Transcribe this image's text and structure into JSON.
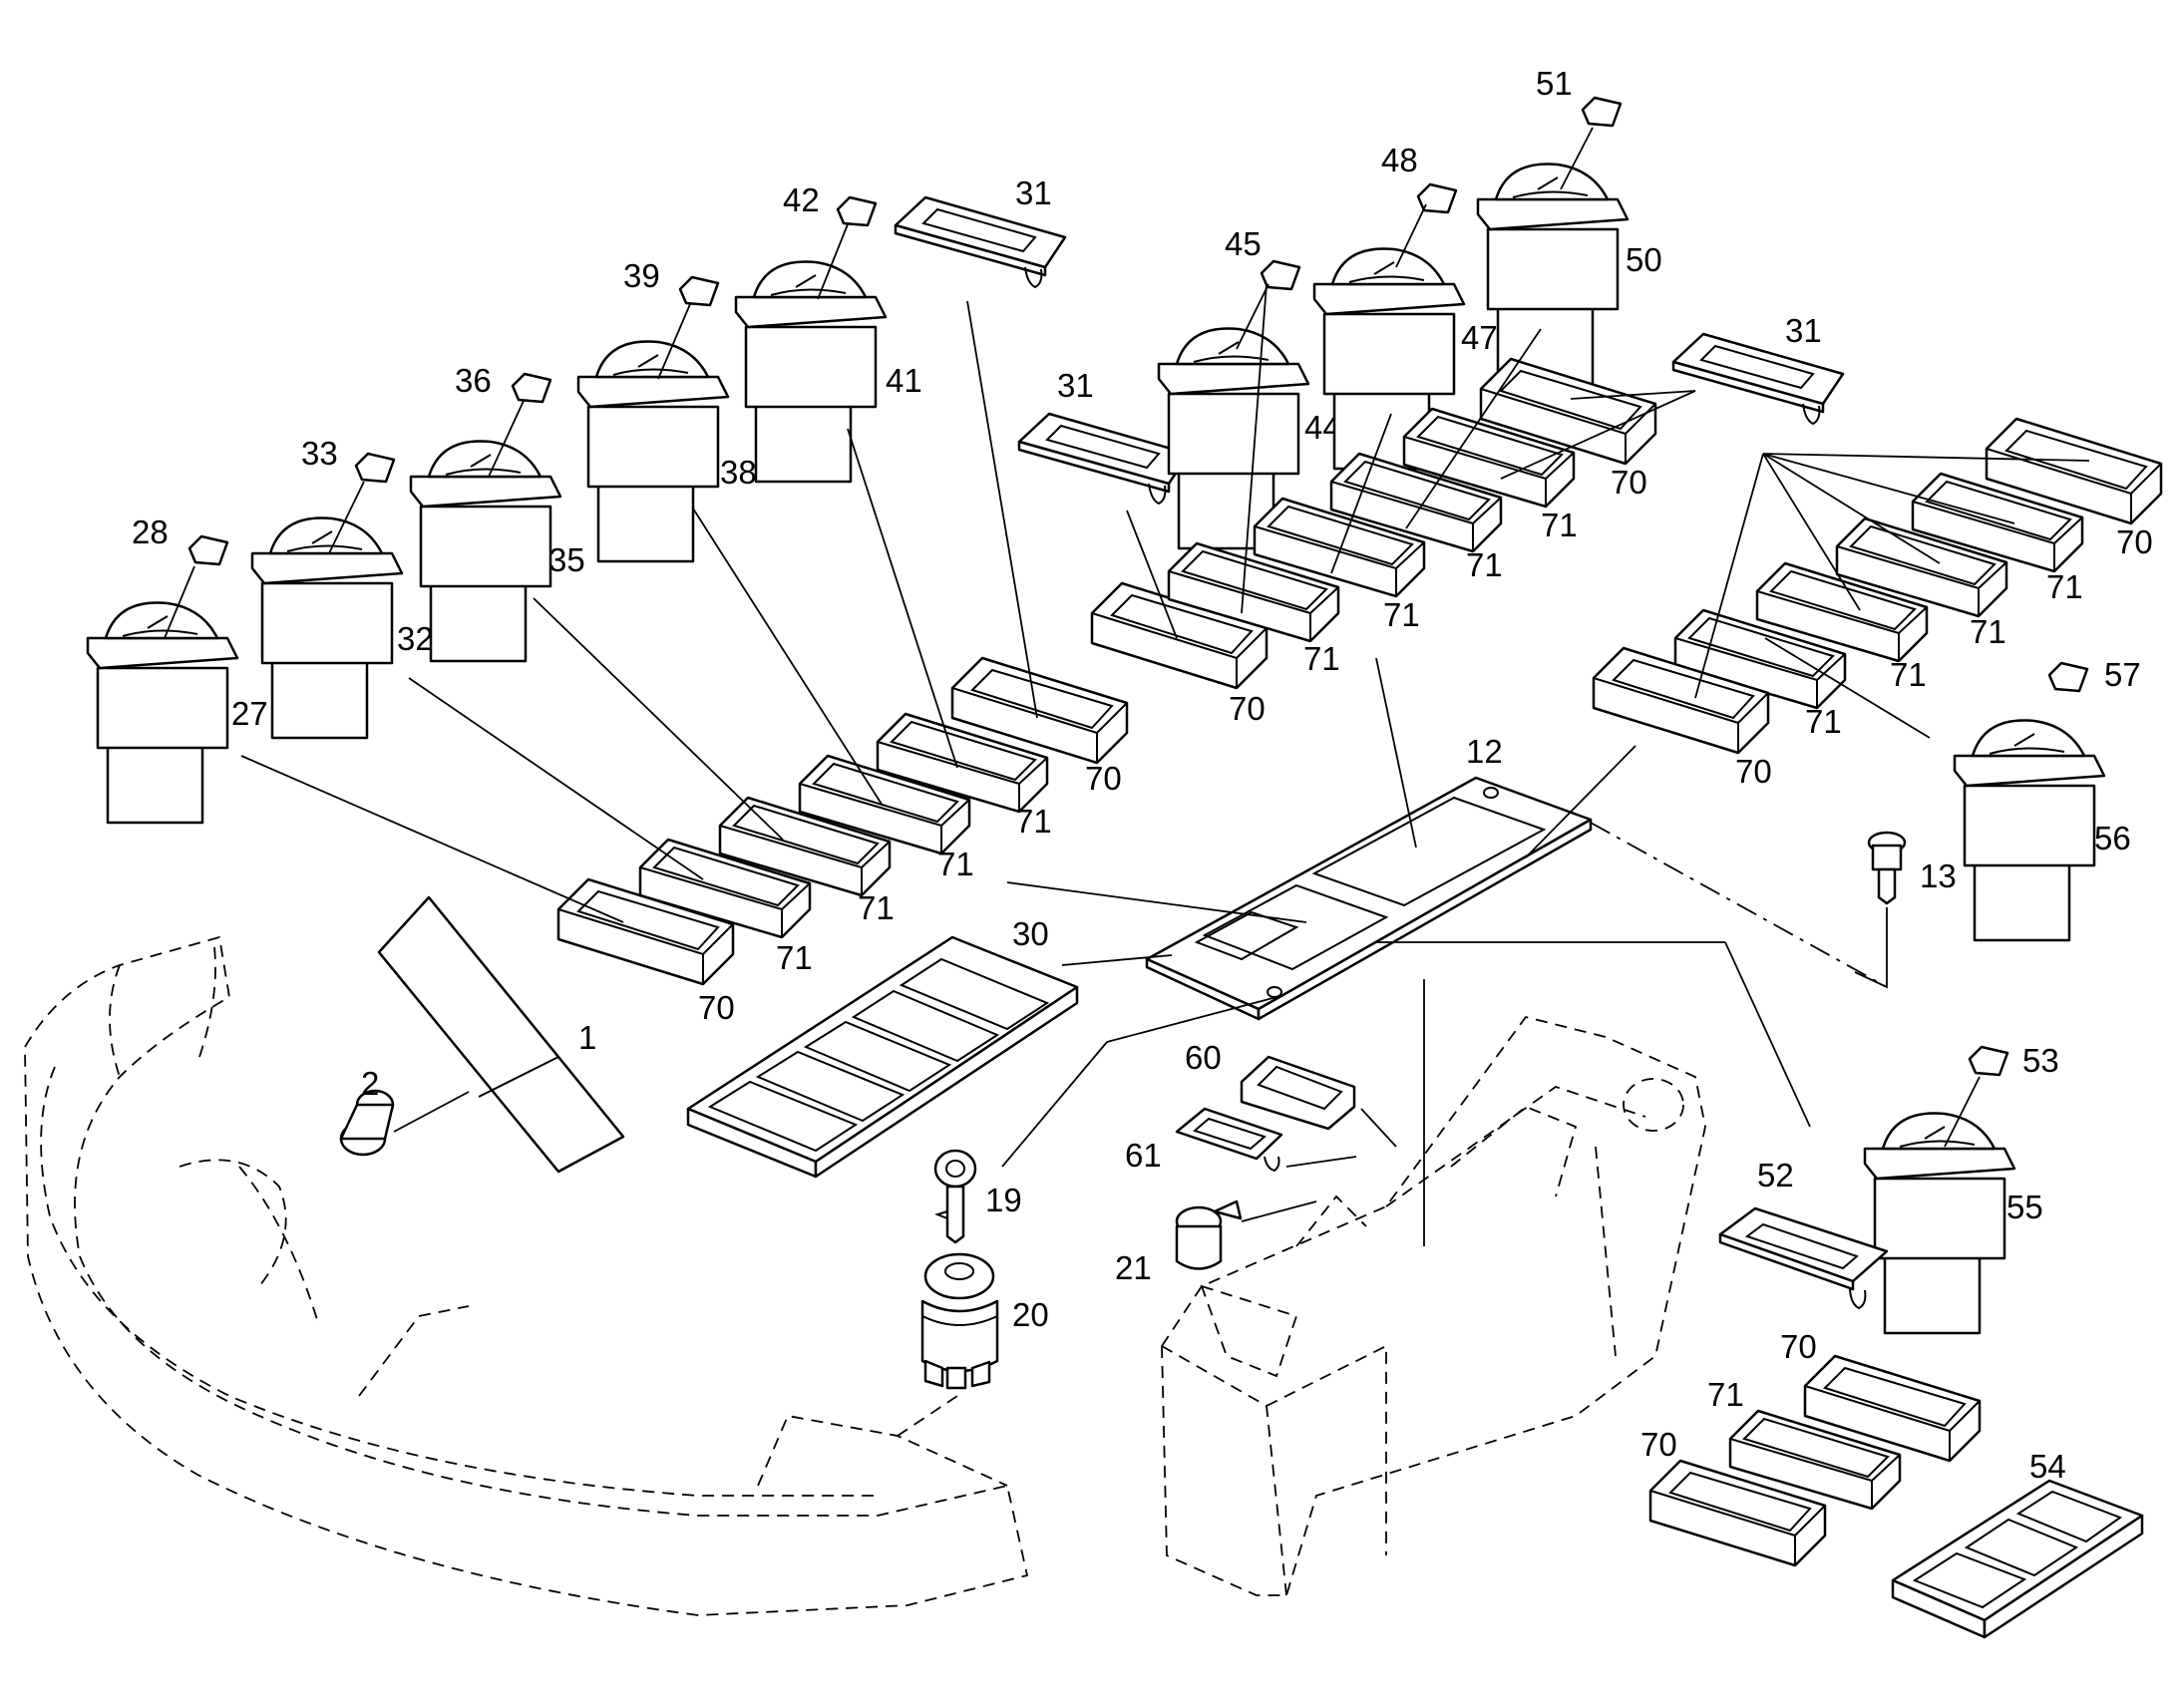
{
  "callouts": {
    "c1": "1",
    "c2": "2",
    "c12": "12",
    "c13": "13",
    "c19": "19",
    "c20": "20",
    "c21": "21",
    "c27": "27",
    "c28": "28",
    "c30": "30",
    "c31a": "31",
    "c31b": "31",
    "c31c": "31",
    "c32": "32",
    "c33": "33",
    "c35": "35",
    "c36": "36",
    "c38": "38",
    "c39": "39",
    "c41": "41",
    "c42": "42",
    "c44": "44",
    "c45": "45",
    "c47": "47",
    "c48": "48",
    "c50": "50",
    "c51": "51",
    "c52": "52",
    "c53": "53",
    "c54": "54",
    "c55": "55",
    "c56": "56",
    "c57": "57",
    "c60": "60",
    "c61": "61",
    "c70a": "70",
    "c71a": "71",
    "c71b": "71",
    "c71c": "71",
    "c71d": "71",
    "c70b": "70",
    "c70c": "70",
    "c71e": "71",
    "c71f": "71",
    "c71g": "71",
    "c71h": "71",
    "c70d": "70",
    "c70e": "70",
    "c71i": "71",
    "c71j": "71",
    "c71k": "71",
    "c71l": "71",
    "c70f": "70",
    "c70g": "70",
    "c71m": "71",
    "c70h": "70"
  }
}
